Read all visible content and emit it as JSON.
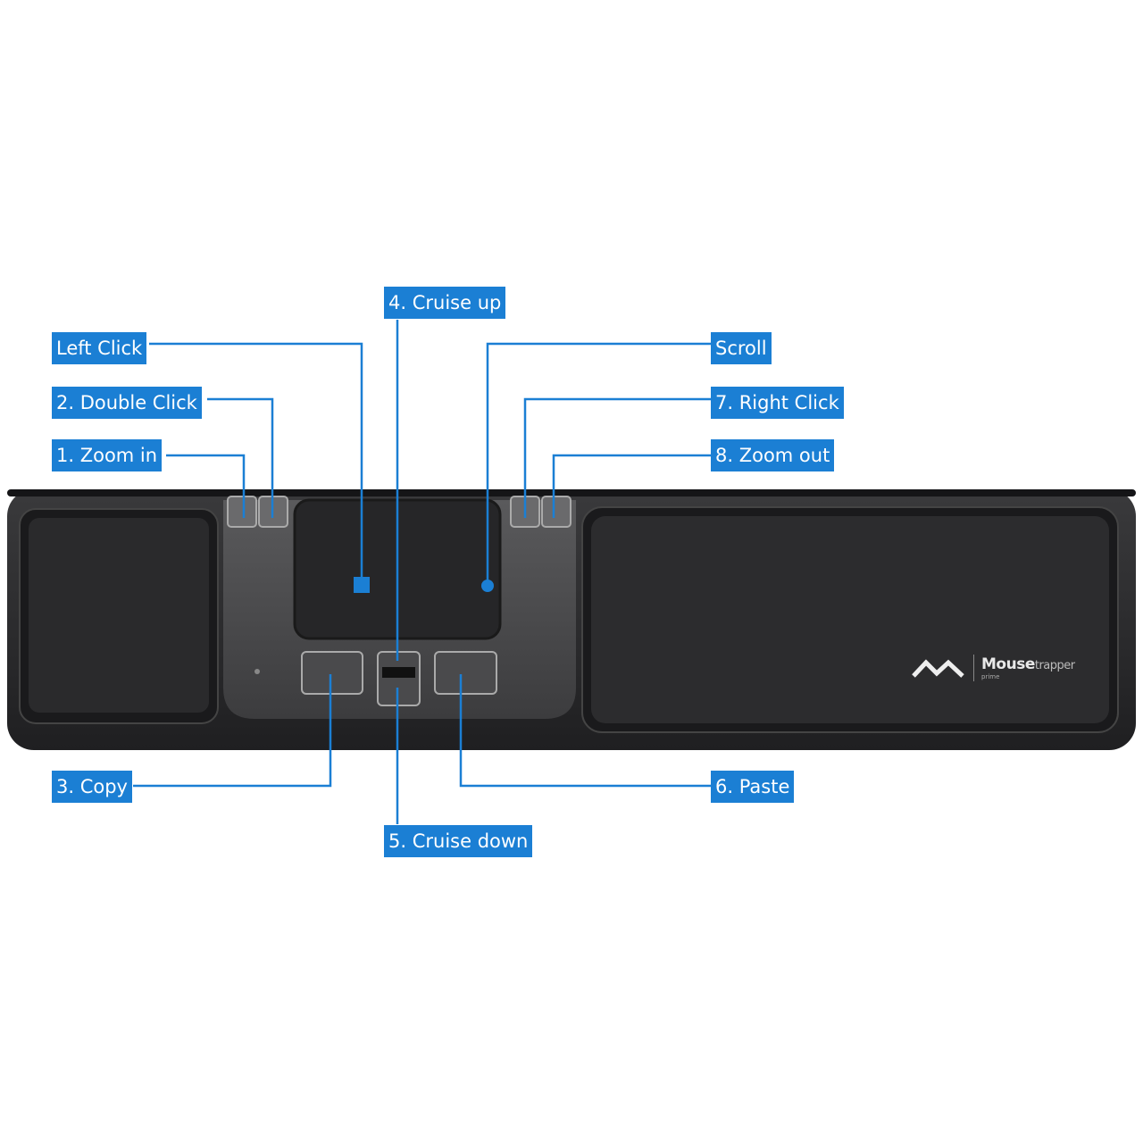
{
  "labels": {
    "cruise_up": "4. Cruise up",
    "left_click": "Left Click",
    "scroll": "Scroll",
    "double_click": "2. Double Click",
    "right_click": "7. Right Click",
    "zoom_in": "1. Zoom in",
    "zoom_out": "8. Zoom out",
    "copy": "3. Copy",
    "paste": "6. Paste",
    "cruise_down": "5. Cruise down"
  },
  "brand": {
    "name_bold": "Mouse",
    "name_light": "trapper",
    "sub": "prime"
  },
  "colors": {
    "callout": "#1b7fd4",
    "device": "#2b2b2d"
  }
}
